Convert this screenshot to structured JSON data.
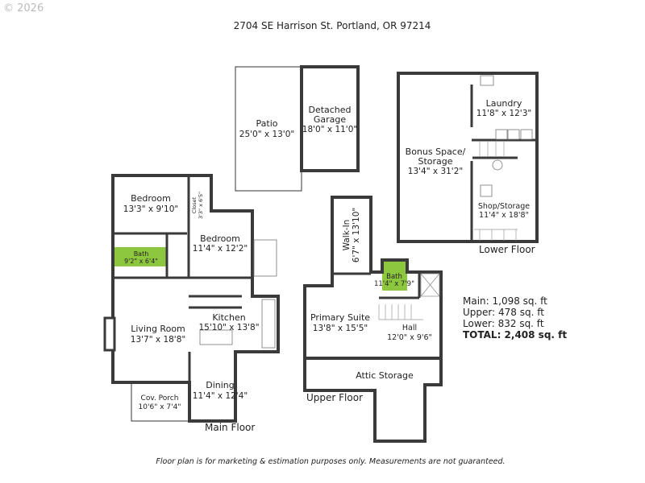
{
  "watermark": "© 2026",
  "address": "2704 SE Harrison St. Portland, OR 97214",
  "colors": {
    "bath": "#8dc63f",
    "gray_area": "#c8c8c8",
    "wall": "#3a3a3a"
  },
  "detached": {
    "patio": {
      "name": "Patio",
      "dim": "25'0\" x 13'0\""
    },
    "garage": {
      "name1": "Detached",
      "name2": "Garage",
      "dim": "18'0\" x 11'0\""
    }
  },
  "lower": {
    "label": "Lower Floor",
    "bonus": {
      "name1": "Bonus Space/",
      "name2": "Storage",
      "dim": "13'4\" x 31'2\""
    },
    "laundry": {
      "name": "Laundry",
      "dim": "11'8\" x 12'3\""
    },
    "shop": {
      "name": "Shop/Storage",
      "dim": "11'4\" x 18'8\""
    }
  },
  "main": {
    "label": "Main Floor",
    "bedroom1": {
      "name": "Bedroom",
      "dim": "13'3\" x 9'10\""
    },
    "closet": {
      "name": "Closet",
      "dim": "3'3\" x 6'5\""
    },
    "bedroom2": {
      "name": "Bedroom",
      "dim": "11'4\" x 12'2\""
    },
    "bath": {
      "name": "Bath",
      "dim": "9'2\" x 6'4\""
    },
    "kitchen": {
      "name": "Kitchen",
      "dim": "15'10\" x 13'8\""
    },
    "living": {
      "name": "Living Room",
      "dim": "13'7\" x 18'8\""
    },
    "dining": {
      "name": "Dining",
      "dim": "11'4\" x 12'4\""
    },
    "porch": {
      "name": "Cov. Porch",
      "dim": "10'6\" x 7'4\""
    }
  },
  "upper": {
    "label": "Upper Floor",
    "walkin": {
      "name": "Walk-In",
      "dim": "6'7\" x 13'10\""
    },
    "bath": {
      "name": "Bath",
      "dim": "11'4\" x 7'9\""
    },
    "primary": {
      "name": "Primary Suite",
      "dim": "13'8\" x 15'5\""
    },
    "hall": {
      "name": "Hall",
      "dim": "12'0\" x 9'6\""
    },
    "attic": {
      "name": "Attic Storage"
    }
  },
  "summary": {
    "main": "Main: 1,098 sq. ft",
    "upper": "Upper: 478 sq. ft",
    "lower": "Lower: 832 sq. ft",
    "total": "TOTAL: 2,408 sq. ft"
  },
  "disclaimer": "Floor plan is for marketing & estimation purposes only. Measurements are not guaranteed."
}
